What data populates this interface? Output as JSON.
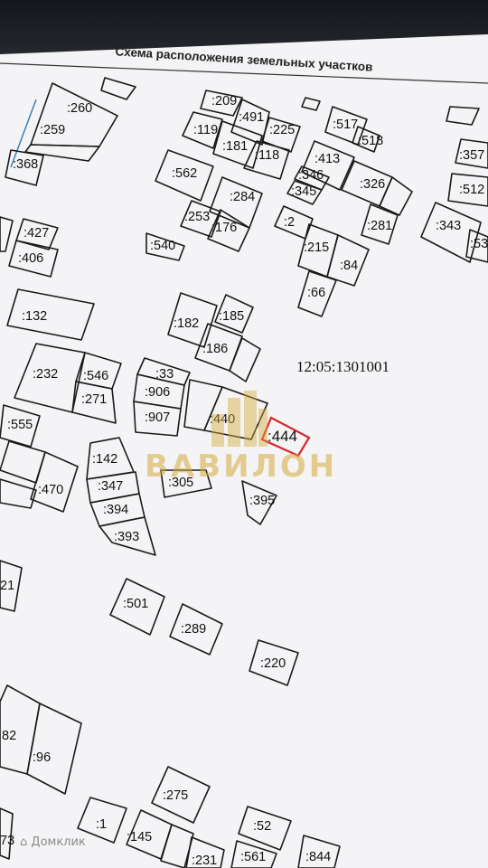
{
  "document": {
    "title": "Схема расположения земельных участков",
    "block_number": "12:05:1301001"
  },
  "map": {
    "parcels": [
      {
        "id": "p260",
        "label": ":260"
      },
      {
        "id": "p259",
        "label": ":259"
      },
      {
        "id": "p368",
        "label": ":368"
      },
      {
        "id": "p209",
        "label": ":209"
      },
      {
        "id": "p491",
        "label": ":491"
      },
      {
        "id": "p225",
        "label": ":225"
      },
      {
        "id": "p119",
        "label": ":119"
      },
      {
        "id": "p181",
        "label": ":181"
      },
      {
        "id": "p118",
        "label": ":118"
      },
      {
        "id": "p517",
        "label": ":517"
      },
      {
        "id": "p518",
        "label": ":518"
      },
      {
        "id": "p413",
        "label": ":413"
      },
      {
        "id": "p346",
        "label": ":346"
      },
      {
        "id": "p345",
        "label": ":345"
      },
      {
        "id": "p326",
        "label": ":326"
      },
      {
        "id": "p357",
        "label": ":357"
      },
      {
        "id": "p512",
        "label": ":512"
      },
      {
        "id": "p562",
        "label": ":562"
      },
      {
        "id": "p284",
        "label": ":284"
      },
      {
        "id": "p253",
        "label": ":253"
      },
      {
        "id": "p176",
        "label": ":176"
      },
      {
        "id": "p2",
        "label": ":2"
      },
      {
        "id": "p281",
        "label": ":281"
      },
      {
        "id": "p343",
        "label": ":343"
      },
      {
        "id": "p53",
        "label": ":53"
      },
      {
        "id": "p427",
        "label": ":427"
      },
      {
        "id": "p406",
        "label": ":406"
      },
      {
        "id": "p540",
        "label": ":540"
      },
      {
        "id": "p215",
        "label": ":215"
      },
      {
        "id": "p84",
        "label": ":84"
      },
      {
        "id": "p66",
        "label": ":66"
      },
      {
        "id": "p132",
        "label": ":132"
      },
      {
        "id": "p182",
        "label": ":182"
      },
      {
        "id": "p185",
        "label": ":185"
      },
      {
        "id": "p186",
        "label": ":186"
      },
      {
        "id": "p232",
        "label": ":232"
      },
      {
        "id": "p546",
        "label": ":546"
      },
      {
        "id": "p271",
        "label": ":271"
      },
      {
        "id": "p33",
        "label": ":33"
      },
      {
        "id": "p906",
        "label": ":906"
      },
      {
        "id": "p907",
        "label": ":907"
      },
      {
        "id": "p440",
        "label": ":440"
      },
      {
        "id": "p444",
        "label": ":444",
        "highlighted": true
      },
      {
        "id": "p555",
        "label": ":555"
      },
      {
        "id": "p142",
        "label": ":142"
      },
      {
        "id": "p347",
        "label": ":347"
      },
      {
        "id": "p394",
        "label": ":394"
      },
      {
        "id": "p393",
        "label": ":393"
      },
      {
        "id": "p305",
        "label": ":305"
      },
      {
        "id": "p395",
        "label": ":395"
      },
      {
        "id": "p470",
        "label": ":470"
      },
      {
        "id": "p21",
        "label": "21"
      },
      {
        "id": "p501",
        "label": ":501"
      },
      {
        "id": "p289",
        "label": ":289"
      },
      {
        "id": "p220",
        "label": ":220"
      },
      {
        "id": "p82",
        "label": "82"
      },
      {
        "id": "p96",
        "label": ":96"
      },
      {
        "id": "p275",
        "label": ":275"
      },
      {
        "id": "p1",
        "label": ":1"
      },
      {
        "id": "p145",
        "label": ":145"
      },
      {
        "id": "p52",
        "label": ":52"
      },
      {
        "id": "p231",
        "label": ":231"
      },
      {
        "id": "p561",
        "label": ":561"
      },
      {
        "id": "p844",
        "label": ":844"
      },
      {
        "id": "p73",
        "label": "73"
      }
    ]
  },
  "watermark": {
    "brand": "ВАВИЛОН",
    "color": "#d6aa3c"
  },
  "overlay": {
    "source_label": "Домклик"
  },
  "colors": {
    "paper": "#f4f4f6",
    "line": "#1a1a1a",
    "highlight": "#d8262c"
  }
}
